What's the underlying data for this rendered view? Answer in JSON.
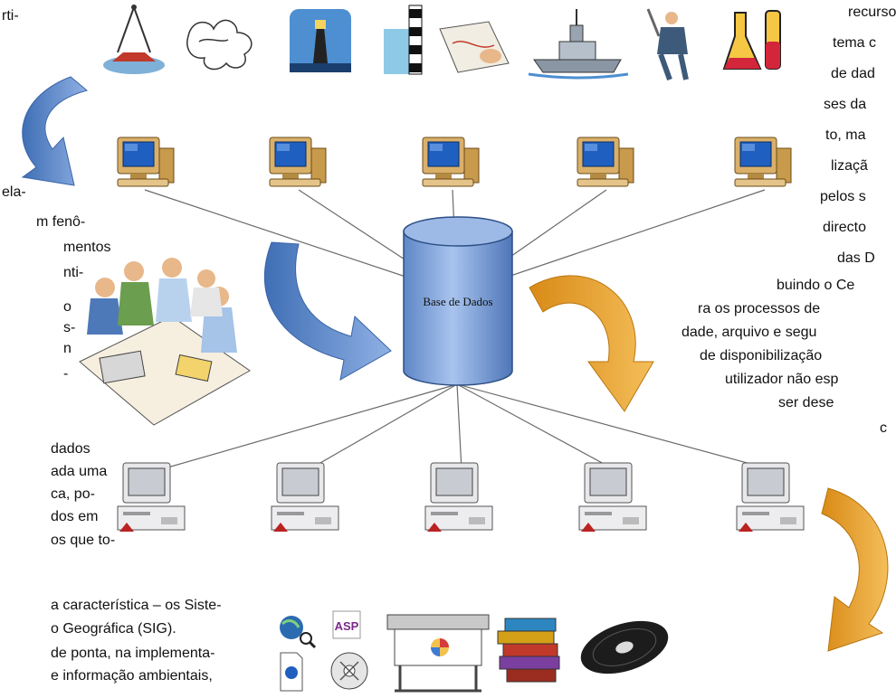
{
  "diagram": {
    "database_label": "Base de Dados"
  },
  "text_left": [
    "rti-",
    "ela-",
    "m fenô-",
    "mentos",
    "nti-",
    "o",
    "s-",
    "n",
    "-",
    " dados",
    "ada uma",
    "ca, po-",
    "dos em",
    "os que to-",
    "a característica – os Siste-",
    "o Geográfica (SIG).",
    "de ponta, na implementa-",
    "e informação ambientais,"
  ],
  "text_right": [
    "recurso",
    "tema c",
    "de dad",
    "ses da",
    "to, ma",
    "lizaçã",
    "pelos s",
    "directo",
    "das D",
    "buindo o Ce",
    "ra os processos de",
    "dade, arquivo e segu",
    "de disponibilização",
    "utilizador não esp",
    "ser dese",
    "c"
  ],
  "icons": {
    "top_row": [
      "buoy-icon",
      "smoke-plume-icon",
      "lighthouse-icon",
      "tide-gauge-icon",
      "map-drawing-icon",
      "ship-icon",
      "surveyor-icon",
      "lab-flasks-icon"
    ],
    "bottom_row": [
      "globe-search-icon",
      "asp-icon",
      "cd-disc-icon",
      "plotter-icon",
      "books-icon",
      "vinyl-record-icon"
    ]
  },
  "colors": {
    "blue_arrow": "#5b86c4",
    "orange_arrow": "#e8a02a",
    "database": "#7fa4dc",
    "monitor_screen": "#1f5fbf",
    "computer_case": "#e6b35a"
  }
}
